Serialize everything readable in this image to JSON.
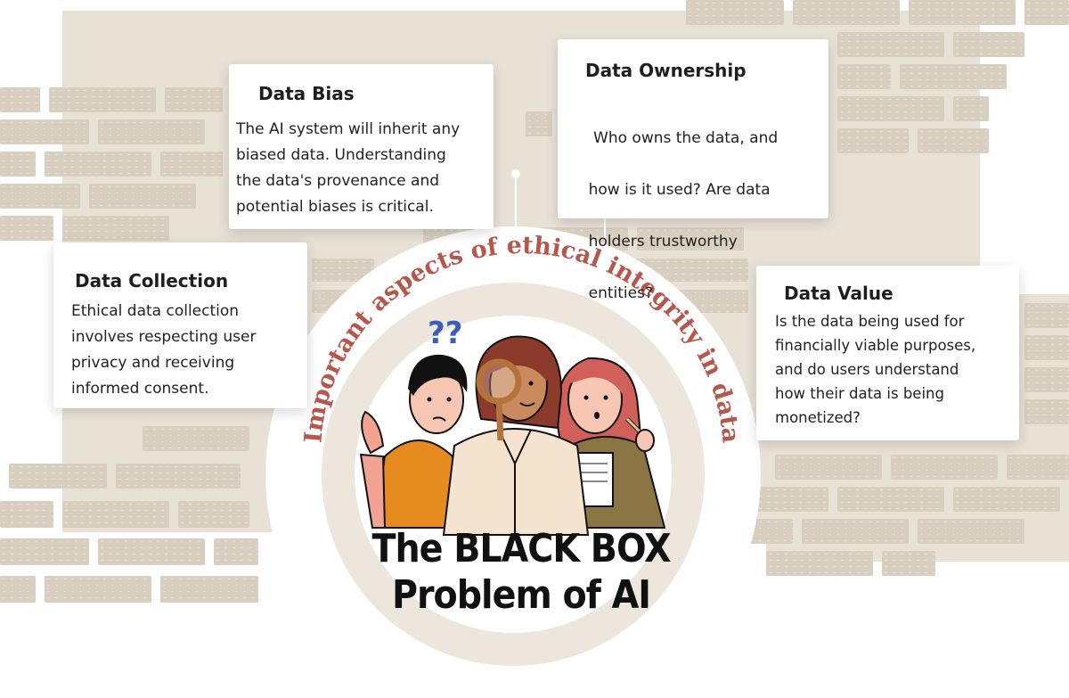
{
  "arc_heading": "Important aspects of ethical integrity in data",
  "title": {
    "line1": "The BLACK BOX",
    "line2": "Problem of AI"
  },
  "cards": {
    "bias": {
      "heading": "Data Bias",
      "lines": [
        "The AI system will inherit any",
        "biased data. Understanding",
        "the data's provenance and",
        "potential biases is critical."
      ]
    },
    "ownership": {
      "heading": "Data Ownership",
      "lines": [
        " Who owns the data, and",
        "how is it used? Are data",
        "holders trustworthy",
        "entities?"
      ]
    },
    "collection": {
      "heading": "Data Collection",
      "lines": [
        "Ethical data collection",
        "involves respecting user",
        "privacy and receiving",
        "informed consent."
      ]
    },
    "value": {
      "heading": "Data Value",
      "lines": [
        "Is the data being used for",
        "financially viable purposes,",
        "and do users understand",
        "how their data is being",
        "monetized?"
      ]
    }
  },
  "question_marks": "??",
  "colors": {
    "wall": "#e8e1d6",
    "brick": "#d8cfc0",
    "arc_text": "#b5574c",
    "ring": "#ede7de",
    "title": "#111111"
  },
  "icons": [
    "question-marks-icon",
    "magnifying-glass-icon",
    "notepad-icon",
    "pencil-icon"
  ]
}
